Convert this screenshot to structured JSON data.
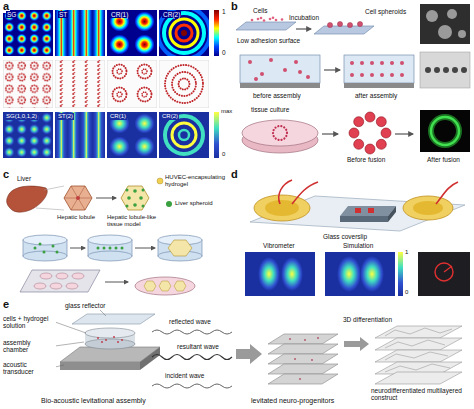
{
  "diagram": {
    "labels": [
      "a",
      "SG",
      "ST",
      "CR(1)",
      "CR(2)",
      "1",
      "0",
      "SG(1,0,1,2)",
      "ST(2)",
      "CR(1)",
      "CR(2)",
      "max",
      "0",
      "b",
      "Cells",
      "Incubation",
      "Cell spheroids",
      "Low adhesion surface",
      "before assembly",
      "after assembly",
      "tissue culture",
      "Before fusion",
      "After fusion",
      "c",
      "Liver",
      "Hepatic lobule",
      "Hepatic lobule-like tissue model",
      "HUVEC-encapsulating hydrogel",
      "Liver spheroid",
      "d",
      "Glass coverslip",
      "Vibrometer",
      "Simulation",
      "1",
      "0",
      "e",
      "glass reflector",
      "cells + hydrogel solution",
      "assembly chamber",
      "acoustic transducer",
      "reflected wave",
      "resultant wave",
      "incident wave",
      "Bio-acoustic levitational assembly",
      "3D differentiation",
      "levitated neuro-progenitors",
      "neurodifferentiated multilayered construct"
    ]
  }
}
